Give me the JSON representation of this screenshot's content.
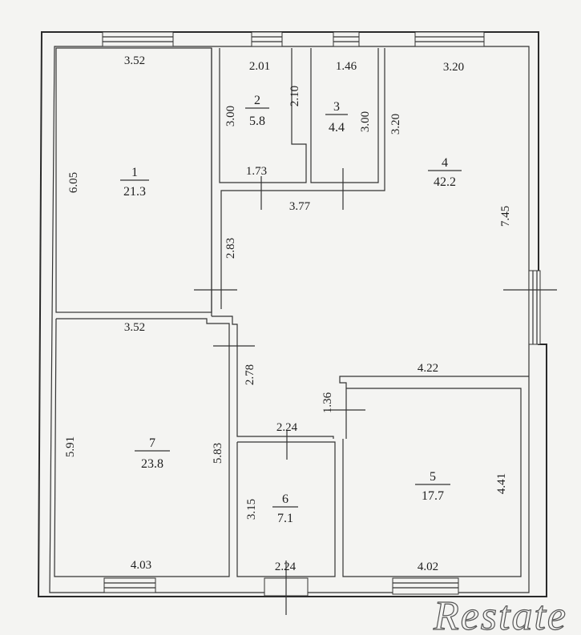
{
  "rooms": [
    {
      "id": "1",
      "number": "1",
      "area": "21.3"
    },
    {
      "id": "2",
      "number": "2",
      "area": "5.8"
    },
    {
      "id": "3",
      "number": "3",
      "area": "4.4"
    },
    {
      "id": "4",
      "number": "4",
      "area": "42.2"
    },
    {
      "id": "5",
      "number": "5",
      "area": "17.7"
    },
    {
      "id": "6",
      "number": "6",
      "area": "7.1"
    },
    {
      "id": "7",
      "number": "7",
      "area": "23.8"
    }
  ],
  "dimensions": {
    "r1_top": "3.52",
    "r1_left": "6.05",
    "r2_top": "2.01",
    "r2_left": "3.00",
    "r2_right": "2.10",
    "r2_bottom": "1.73",
    "r3_top": "1.46",
    "r3_right": "3.00",
    "corridor_top": "3.77",
    "r4_top": "3.20",
    "r4_left": "3.20",
    "r4_right": "7.45",
    "r4_bottom": "4.22",
    "hall_upper": "2.83",
    "hall_lower": "2.78",
    "r7_top": "3.52",
    "r7_left": "5.91",
    "r7_right": "5.83",
    "r7_bottom": "4.03",
    "r6_top": "2.24",
    "r6_left": "3.15",
    "r6_bottom": "2.24",
    "r5_step": "1.36",
    "r5_right": "4.41",
    "r5_bottom": "4.02"
  },
  "watermark": "Restate"
}
